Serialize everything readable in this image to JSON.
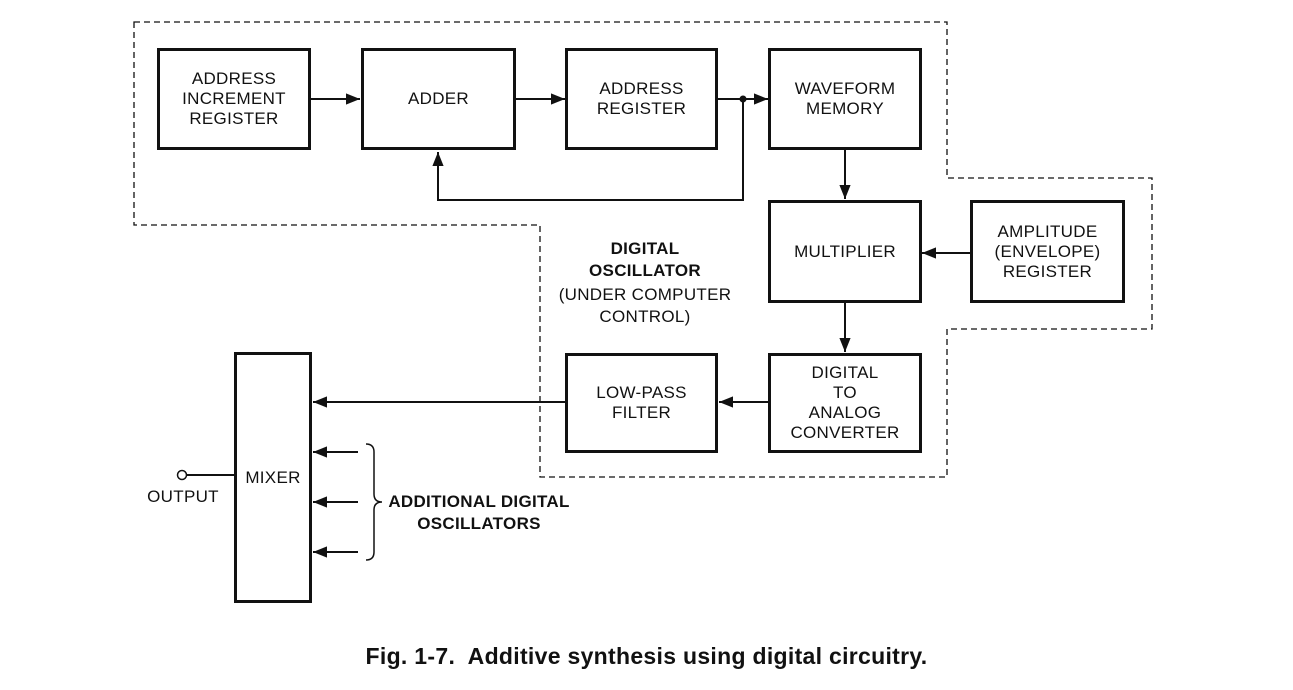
{
  "blocks": {
    "address_increment_register": "ADDRESS\nINCREMENT\nREGISTER",
    "adder": "ADDER",
    "address_register": "ADDRESS\nREGISTER",
    "waveform_memory": "WAVEFORM\nMEMORY",
    "multiplier": "MULTIPLIER",
    "amplitude_register": "AMPLITUDE\n(ENVELOPE)\nREGISTER",
    "dac": "DIGITAL\nTO\nANALOG\nCONVERTER",
    "low_pass_filter": "LOW-PASS\nFILTER",
    "mixer": "MIXER"
  },
  "labels": {
    "digital_oscillator_title": "DIGITAL\nOSCILLATOR",
    "digital_oscillator_subtitle": "(UNDER COMPUTER\nCONTROL)",
    "output": "OUTPUT",
    "additional_oscillators": "ADDITIONAL DIGITAL\nOSCILLATORS"
  },
  "caption": "Fig. 1-7.  Additive synthesis using digital circuitry."
}
